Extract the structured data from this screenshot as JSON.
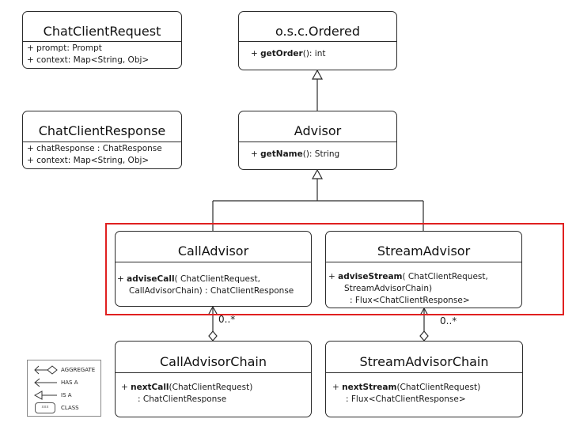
{
  "classes": {
    "chat_client_request": {
      "name": "ChatClientRequest",
      "members": [
        "+ prompt: Prompt",
        "+ context: Map<String, Obj>"
      ]
    },
    "ordered": {
      "name": "o.s.c.Ordered",
      "member_prefix": "+ ",
      "member_method": "getOrder",
      "member_suffix": "(): int"
    },
    "chat_client_response": {
      "name": "ChatClientResponse",
      "members": [
        "+ chatResponse : ChatResponse",
        "+ context: Map<String, Obj>"
      ]
    },
    "advisor": {
      "name": "Advisor",
      "member_prefix": "+ ",
      "member_method": "getName",
      "member_suffix": "(): String"
    },
    "call_advisor": {
      "name": "CallAdvisor",
      "member_prefix": "+ ",
      "member_method": "adviseCall",
      "member_suffix": "( ChatClientRequest,",
      "member_cont": "CallAdvisorChain) : ChatClientResponse"
    },
    "stream_advisor": {
      "name": "StreamAdvisor",
      "member_prefix": "+ ",
      "member_method": "adviseStream",
      "member_suffix": "( ChatClientRequest,",
      "member_cont1": "StreamAdvisorChain)",
      "member_cont2": ": Flux<ChatClientResponse>"
    },
    "call_advisor_chain": {
      "name": "CallAdvisorChain",
      "member_prefix": "+ ",
      "member_method": "nextCall",
      "member_suffix": "(ChatClientRequest)",
      "member_cont": ": ChatClientResponse"
    },
    "stream_advisor_chain": {
      "name": "StreamAdvisorChain",
      "member_prefix": "+ ",
      "member_method": "nextStream",
      "member_suffix": "(ChatClientRequest)",
      "member_cont": ": Flux<ChatClientResponse>"
    }
  },
  "multiplicities": {
    "call": "0..*",
    "stream": "0..*"
  },
  "legend": {
    "aggregate": "AGGREGATE",
    "has_a": "HAS A",
    "is_a": "IS A",
    "class_label": "CLASS",
    "class_mini": "xxx"
  },
  "colors": {
    "highlight": "#e02020",
    "line": "#2b2b2b"
  }
}
